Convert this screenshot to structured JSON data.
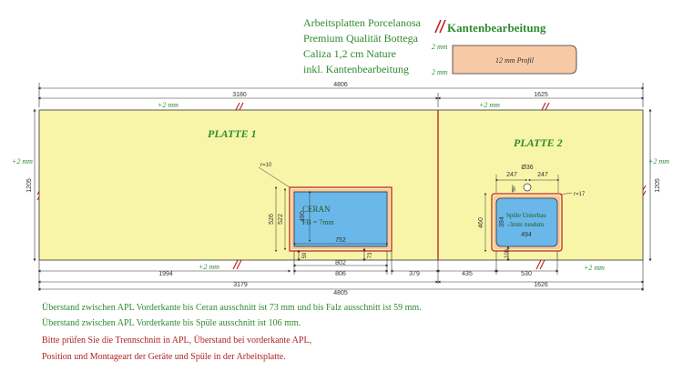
{
  "header": {
    "lines": [
      "Arbeitsplatten Porcelanosa",
      "Premium Qualität Bottega",
      "Caliza 1,2 cm Nature",
      "inkl. Kantenbearbeitung"
    ],
    "edge_title": "Kantenbearbeitung",
    "edge_top_mm": "2 mm",
    "edge_bottom_mm": "2 mm",
    "profile_label": "12 mm Profil"
  },
  "dims": {
    "overall_top": "4806",
    "top_left": "3180",
    "top_right": "1625",
    "overhang_top_left": "+2 mm",
    "overhang_top_right": "+2 mm",
    "overhang_left": "+2 mm",
    "overhang_right": "+2 mm",
    "overhang_bottom_left": "+2 mm",
    "overhang_bottom_right": "+2 mm",
    "depth_left": "1205",
    "depth_right": "1205",
    "bottom_1994": "1994",
    "bottom_802": "802",
    "bottom_806": "806",
    "bottom_379": "379",
    "bottom_435": "435",
    "bottom_530": "530",
    "bottom_59": "59",
    "bottom_73": "73",
    "bottom_106": "106",
    "bottom_left_total": "3179",
    "bottom_right_total": "1626",
    "overall_bottom": "4805"
  },
  "plate1": {
    "title": "PLATTE 1",
    "radius": "r=10",
    "cutout_name": "CERAN",
    "cutout_fb": "FB = 7mm",
    "width_inner": "752",
    "height_outer": "526",
    "height_mid": "522",
    "height_inner": "490"
  },
  "plate2": {
    "title": "PLATTE 2",
    "diameter": "Ø36",
    "w247_left": "247",
    "w247_right": "247",
    "radius": "r=17",
    "sink_line1": "Spüle Unterbau",
    "sink_line2": "-3mm rundum",
    "width_inner": "494",
    "height_outer": "460",
    "height_inner": "394",
    "tap_offset": "50"
  },
  "notes": {
    "green1": "Überstand zwischen APL Vorderkante bis Ceran ausschnitt ist 73 mm und bis Falz ausschnitt ist 59 mm.",
    "green2": "Überstand zwischen APL Vorderkante bis Spüle ausschnitt ist 106 mm.",
    "red1": "Bitte prüfen Sie die Trennschnitt in APL, Überstand bei vorderkante APL,",
    "red2": "Position und Montageart der Geräte und Spüle in der Arbeitsplatte."
  },
  "colors": {
    "slab": "#f8f5a8",
    "green_text": "#2f8a2f",
    "red_text": "#b02020",
    "cut_red": "#c0282a",
    "cutout_blue": "#6ab8ea",
    "profile_fill": "#f7c9a4"
  }
}
